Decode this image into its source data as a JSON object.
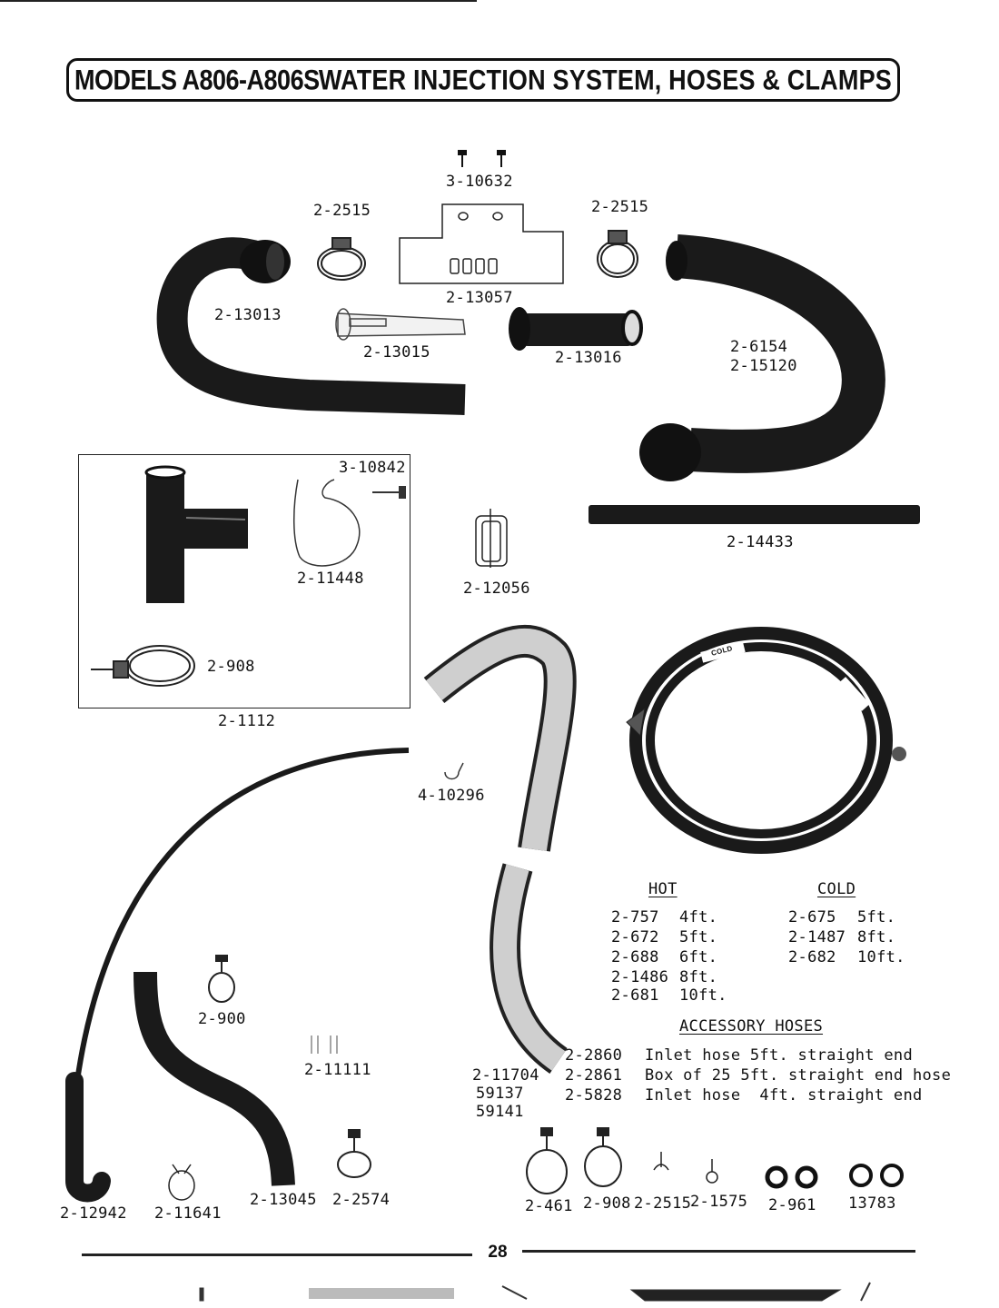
{
  "header": {
    "models": "MODELS A806-A806S",
    "title": "WATER INJECTION SYSTEM, HOSES & CLAMPS"
  },
  "parts": {
    "p3_10632": "3-10632",
    "p2_2515_left": "2-2515",
    "p2_2515_right": "2-2515",
    "p2_13057": "2-13057",
    "p2_13013": "2-13013",
    "p2_13015": "2-13015",
    "p2_13016": "2-13016",
    "p2_6154": "2-6154",
    "p2_15120": "2-15120",
    "p3_10842": "3-10842",
    "p2_11448": "2-11448",
    "p2_12056": "2-12056",
    "p2_14433": "2-14433",
    "p2_908_box": "2-908",
    "p2_1112": "2-1112",
    "p4_10296": "4-10296",
    "p2_900": "2-900",
    "p2_11111": "2-11111",
    "p2_11704": "2-11704",
    "p59137": "59137",
    "p59141": "59141",
    "p2_12942": "2-12942",
    "p2_11641": "2-11641",
    "p2_13045": "2-13045",
    "p2_2574": "2-2574",
    "p2_461": "2-461",
    "p2_908_bottom": "2-908",
    "p2_2515_bottom": "2-2515",
    "p2_1575": "2-1575",
    "p2_961": "2-961",
    "p13783": "13783"
  },
  "hot": {
    "heading": "HOT",
    "rows": [
      {
        "part": "2-757",
        "length": "4ft."
      },
      {
        "part": "2-672",
        "length": "5ft."
      },
      {
        "part": "2-688",
        "length": "6ft."
      },
      {
        "part": "2-1486",
        "length": "8ft."
      },
      {
        "part": "2-681",
        "length": "10ft."
      }
    ]
  },
  "cold": {
    "heading": "COLD",
    "rows": [
      {
        "part": "2-675",
        "length": "5ft."
      },
      {
        "part": "2-1487",
        "length": "8ft."
      },
      {
        "part": "2-682",
        "length": "10ft."
      }
    ]
  },
  "accessory": {
    "heading": "ACCESSORY HOSES",
    "rows": [
      {
        "part": "2-2860",
        "desc": "Inlet hose 5ft. straight end"
      },
      {
        "part": "2-2861",
        "desc": "Box of 25 5ft. straight end hose"
      },
      {
        "part": "2-5828",
        "desc": "Inlet hose  4ft. straight end"
      }
    ]
  },
  "hose_markings": {
    "cold_text": "COLD"
  },
  "page_number": "28"
}
